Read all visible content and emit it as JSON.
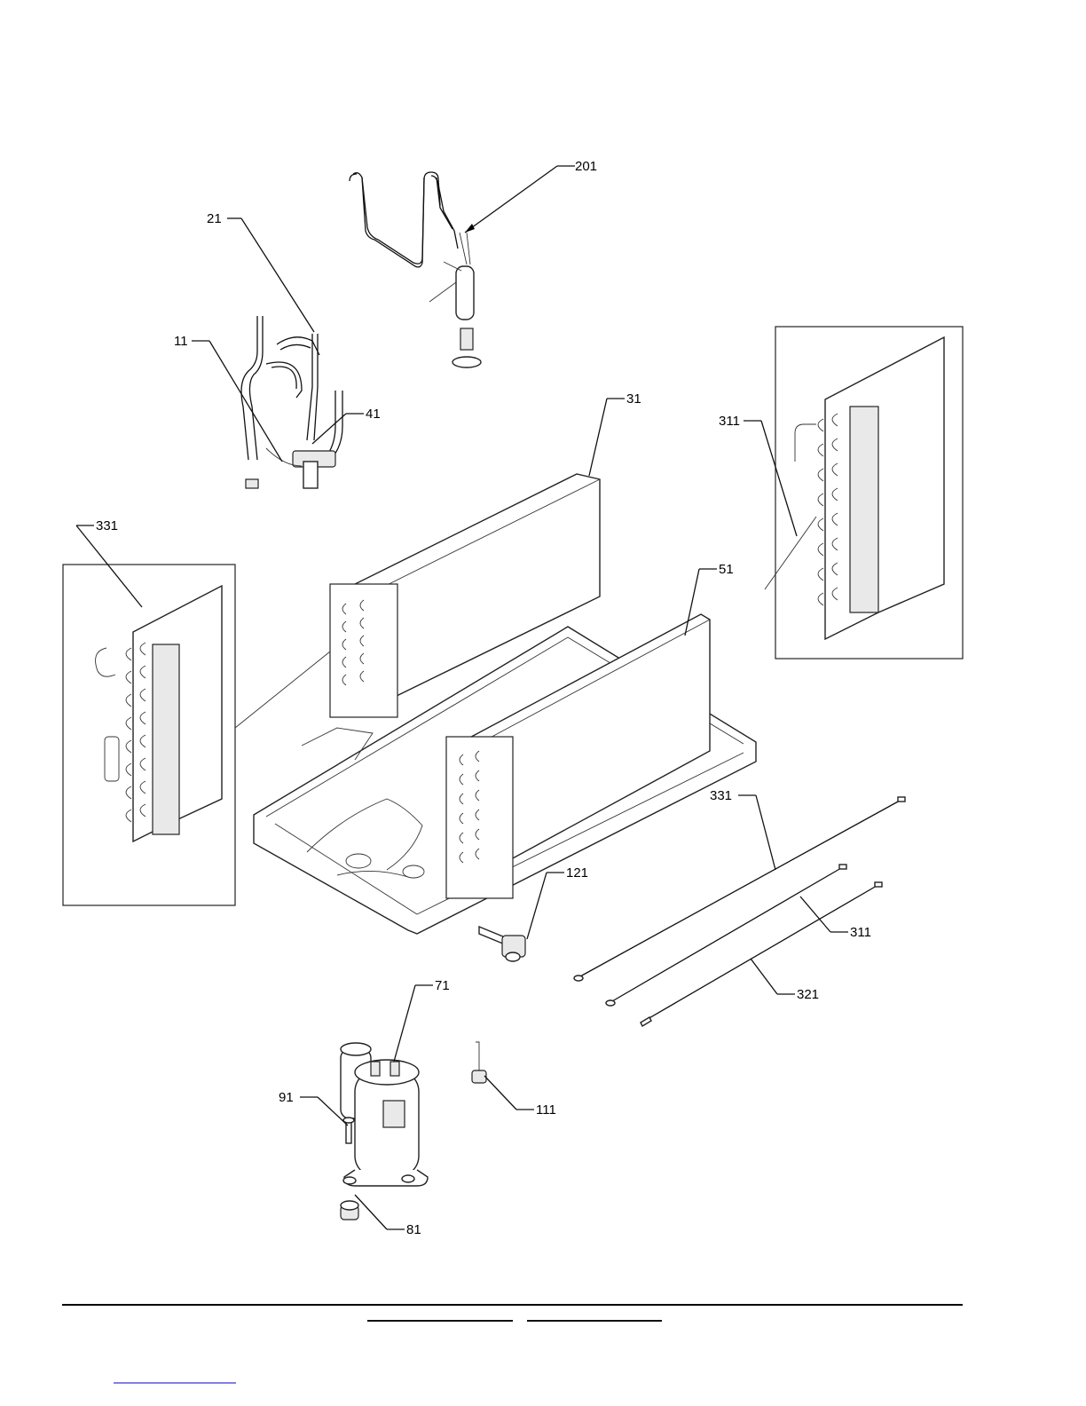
{
  "callouts": [
    {
      "id": "201",
      "text": "201"
    },
    {
      "id": "21",
      "text": "21"
    },
    {
      "id": "11",
      "text": "11"
    },
    {
      "id": "41",
      "text": "41"
    },
    {
      "id": "31",
      "text": "31"
    },
    {
      "id": "311-detail",
      "text": "311"
    },
    {
      "id": "331-detail",
      "text": "331"
    },
    {
      "id": "51",
      "text": "51"
    },
    {
      "id": "331-sensor",
      "text": "331"
    },
    {
      "id": "311-sensor",
      "text": "311"
    },
    {
      "id": "321",
      "text": "321"
    },
    {
      "id": "121",
      "text": "121"
    },
    {
      "id": "71",
      "text": "71"
    },
    {
      "id": "91",
      "text": "91"
    },
    {
      "id": "111",
      "text": "111"
    },
    {
      "id": "81",
      "text": "81"
    }
  ],
  "colors": {
    "line": "#111111",
    "footer_link": "#0000cc"
  }
}
